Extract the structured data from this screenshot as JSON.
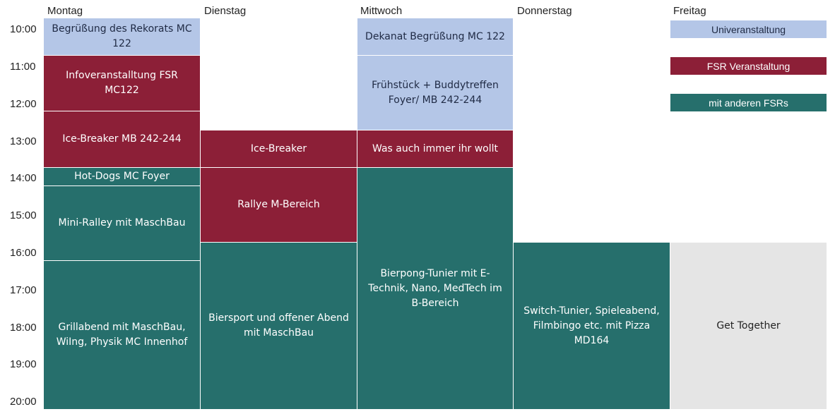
{
  "days": [
    "Montag",
    "Dienstag",
    "Mittwoch",
    "Donnerstag",
    "Freitag"
  ],
  "times": [
    "10:00",
    "11:00",
    "12:00",
    "13:00",
    "14:00",
    "15:00",
    "16:00",
    "17:00",
    "18:00",
    "19:00",
    "20:00"
  ],
  "events": {
    "mo1": "Begrüßung des Rekorats MC 122",
    "mo2": "Infoveranstalltung FSR MC122",
    "mo3": "Ice-Breaker MB 242-244",
    "mo4": "Hot-Dogs MC Foyer",
    "mo5": "Mini-Ralley mit MaschBau",
    "mo6": "Grillabend mit MaschBau, WiIng, Physik MC Innenhof",
    "di1": "Ice-Breaker",
    "di2": "Rallye M-Bereich",
    "di3": "Biersport und offener Abend mit MaschBau",
    "mi1": "Dekanat Begrüßung MC 122",
    "mi2": "Frühstück + Buddytreffen Foyer/ MB 242-244",
    "mi3": "Was auch immer ihr wollt",
    "mi4": "Bierpong-Tunier mit E-Technik, Nano, MedTech im B-Bereich",
    "do1": "Switch-Tunier, Spieleabend, Filmbingo etc. mit Pizza MD164",
    "fr1": "Get Together"
  },
  "legend": {
    "uni": "Univeranstaltung",
    "fsr": "FSR Veranstaltung",
    "other": "mit anderen FSRs"
  },
  "colors": {
    "uni": "#b4c6e7",
    "fsr": "#8c1f37",
    "other": "#266f6c",
    "get_together": "#e5e5e5"
  }
}
